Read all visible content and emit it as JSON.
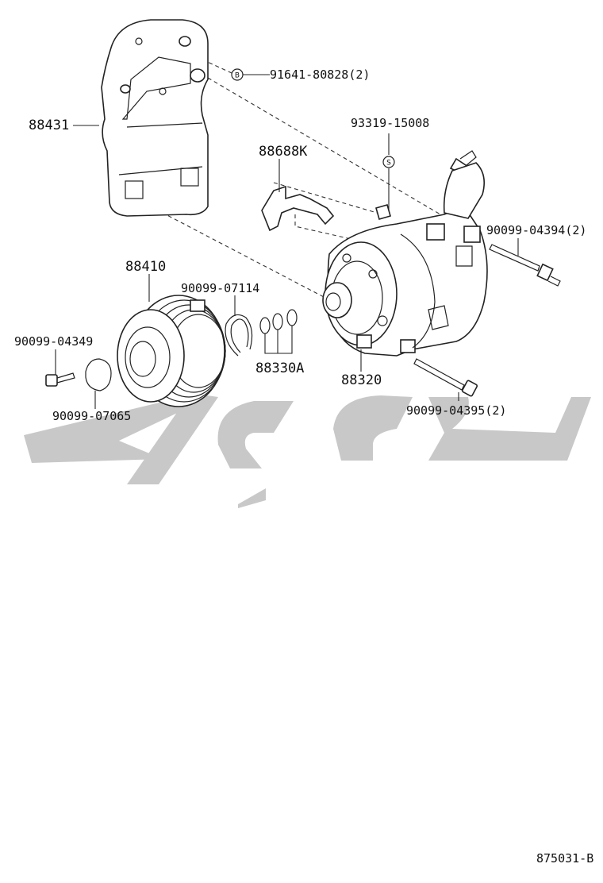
{
  "diagram_code": "875031-B",
  "symbols": {
    "bolt_mark": "B",
    "spring_mark": "S"
  },
  "parts": {
    "bracket": "88431",
    "bracket_bolt": "91641-80828",
    "bracket_bolt_qty": "(2)",
    "clutch_pulley": "88410",
    "snap_ring": "90099-07114",
    "pulley_bolt": "90099-04349",
    "shim": "90099-07065",
    "o_rings": "88330A",
    "compressor": "88320",
    "connector_clip": "88688K",
    "stud": "93319-15008",
    "compressor_bolt_a": "90099-04394",
    "compressor_bolt_a_qty": "(2)",
    "compressor_bolt_b": "90099-04395",
    "compressor_bolt_b_qty": "(2)"
  },
  "colors": {
    "line": "#222222",
    "watermark": "#c8c8c8"
  }
}
